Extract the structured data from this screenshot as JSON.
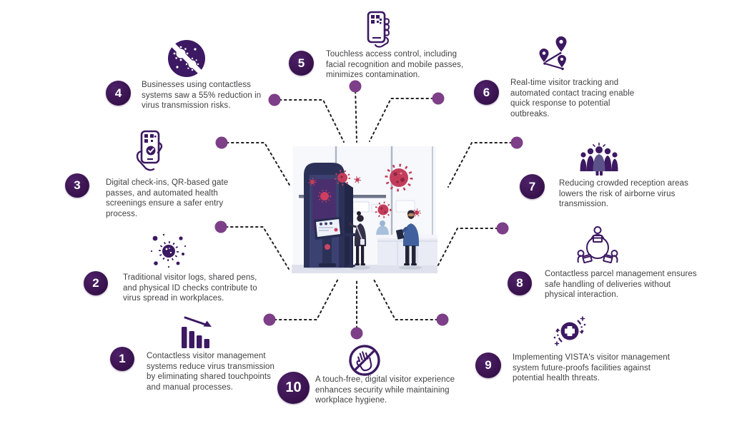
{
  "colors": {
    "badge_purple": "#3A1551",
    "dot_purple": "#7D3F87",
    "icon_purple": "#3C1962",
    "text_gray": "#414144",
    "connector_black": "#1F1F1F",
    "virus_red": "#C33D5B"
  },
  "items": [
    {
      "number": "1",
      "icon": "declining-bar-chart-icon",
      "text": "Contactless visitor management systems reduce virus transmission by eliminating shared touchpoints and manual processes."
    },
    {
      "number": "2",
      "icon": "virus-particles-icon",
      "text": "Traditional visitor logs, shared pens, and physical ID checks contribute to virus spread in workplaces."
    },
    {
      "number": "3",
      "icon": "phone-health-check-icon",
      "text": "Digital check-ins, QR-based gate passes, and automated health screenings ensure a safer entry process."
    },
    {
      "number": "4",
      "icon": "no-virus-icon",
      "text": "Businesses using contactless systems saw a 55% reduction in virus transmission risks."
    },
    {
      "number": "5",
      "icon": "phone-qr-hand-icon",
      "text": "Touchless access control, including facial recognition and mobile passes, minimizes contamination."
    },
    {
      "number": "6",
      "icon": "visitor-tracking-pins-icon",
      "text": "Real-time visitor tracking and automated contact tracing enable quick response to potential outbreaks."
    },
    {
      "number": "7",
      "icon": "crowd-icon",
      "text": "Reducing crowded reception areas lowers the risk of airborne virus transmission."
    },
    {
      "number": "8",
      "icon": "parcel-handling-icon",
      "text": "Contactless parcel management ensures safe handling of deliveries without physical interaction."
    },
    {
      "number": "9",
      "icon": "health-protection-refresh-icon",
      "text": "Implementing VISTA's visitor management system future-proofs facilities against potential health threats."
    },
    {
      "number": "10",
      "icon": "no-touch-icon",
      "text": "A touch-free, digital visitor experience enhances security while maintaining workplace hygiene."
    }
  ],
  "center_illustration": {
    "alt": "Reception lobby with self check-in kiosk, a visitor checking in, a staff member holding a tablet, and floating red virus particles"
  }
}
